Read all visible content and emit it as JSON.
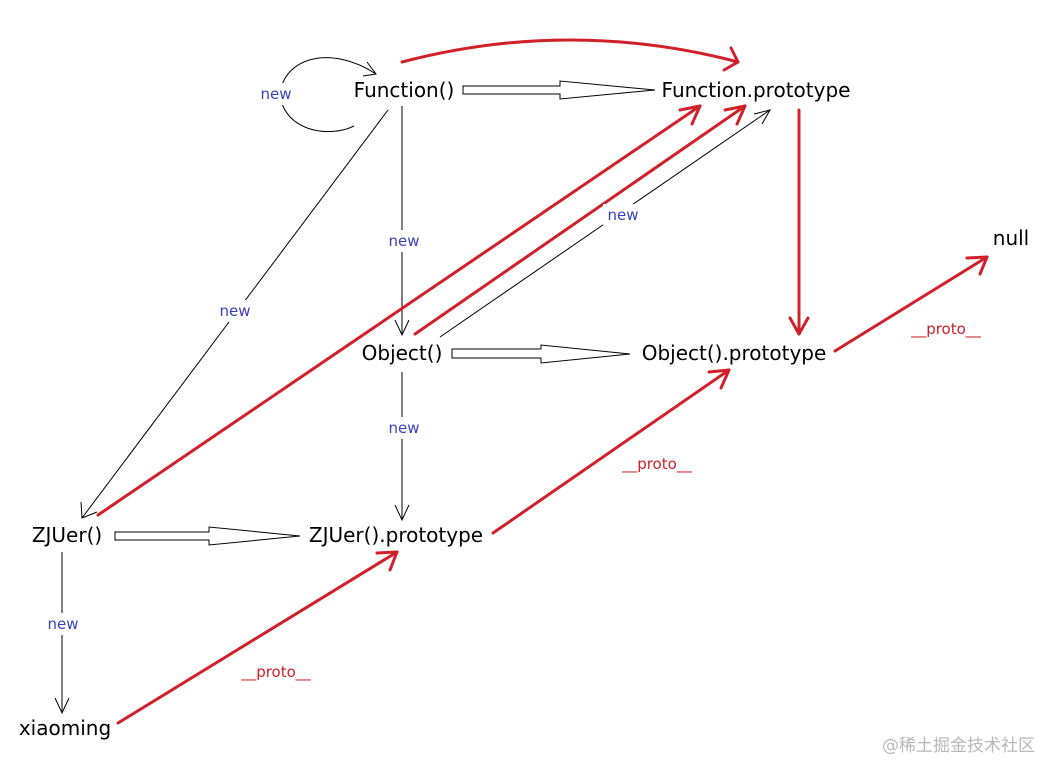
{
  "nodes": {
    "function": "Function()",
    "function_prototype": "Function.prototype",
    "object": "Object()",
    "object_prototype": "Object().prototype",
    "null": "null",
    "zjuer": "ZJUer()",
    "zjuer_prototype": "ZJUer().prototype",
    "xiaoming": "xiaoming"
  },
  "edge_labels": {
    "new": "new",
    "proto": "__proto__"
  },
  "colors": {
    "new_edge": "#000000",
    "new_label": "#3a3fbf",
    "proto_edge": "#d0202a",
    "background": "#ffffff"
  },
  "watermark": "@稀土掘金技术社区"
}
